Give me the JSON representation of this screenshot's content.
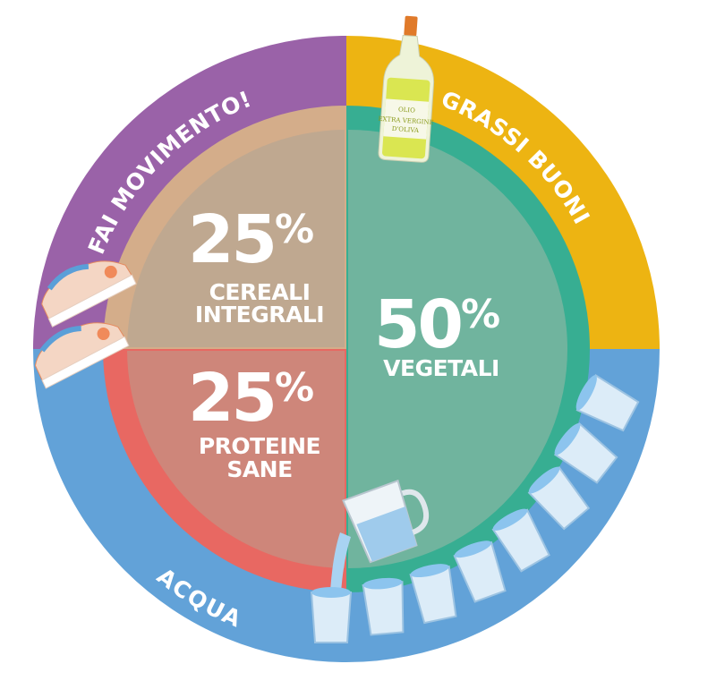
{
  "outer_ring": {
    "exercise": "FAI MOVIMENTO!",
    "fats": "GRASSI BUONI",
    "water": "ACQUA"
  },
  "plate": {
    "grains": {
      "percent": "25",
      "sign": "%",
      "line1": "CEREALI",
      "line2": "INTEGRALI",
      "share": 25
    },
    "proteins": {
      "percent": "25",
      "sign": "%",
      "line1": "PROTEINE",
      "line2": "SANE",
      "share": 25
    },
    "vegetables": {
      "percent": "50",
      "sign": "%",
      "line1": "VEGETALI",
      "share": 50
    }
  },
  "bottle_label": {
    "line1": "OLIO",
    "line2": "EXTRA VERGINE",
    "line3": "D'OLIVA"
  },
  "colors": {
    "purple": "#9A62A8",
    "yellow": "#EDB412",
    "blue": "#62A2D8",
    "tan_ring": "#D4AD8A",
    "tan_fill": "#BFA890",
    "red_ring": "#E86862",
    "red_fill": "#CE867A",
    "green_ring": "#37AE92",
    "green_fill": "#70B49E"
  }
}
